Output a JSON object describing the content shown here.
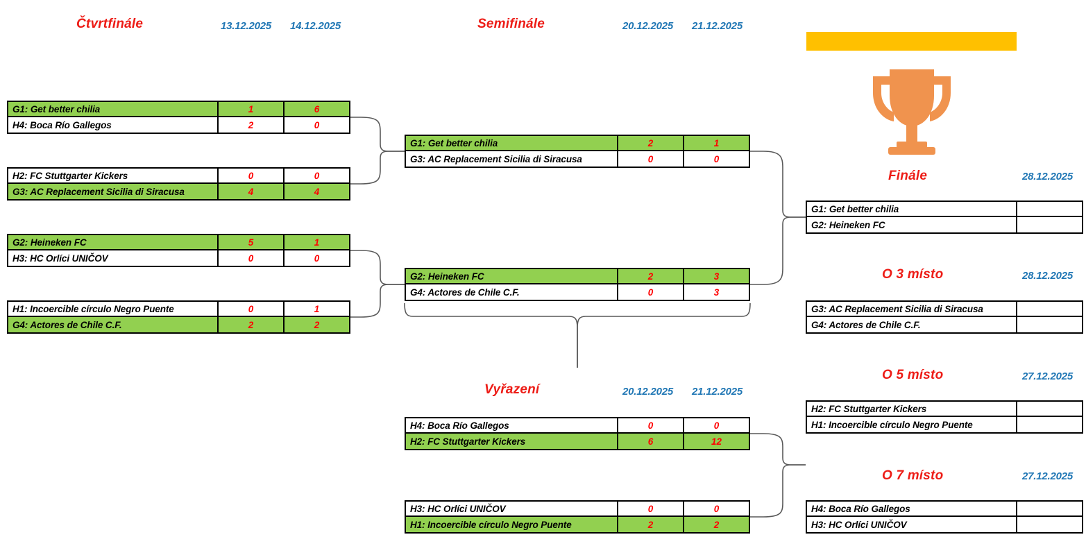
{
  "rounds": {
    "quarterfinals": {
      "title": "Čtvrtfinále",
      "date1": "13.12.2025",
      "date2": "14.12.2025",
      "matches": [
        {
          "home": {
            "name": "G1: Get better chilia",
            "s1": "1",
            "s2": "6",
            "winner": true
          },
          "away": {
            "name": "H4: Boca Río Gallegos",
            "s1": "2",
            "s2": "0",
            "winner": false
          }
        },
        {
          "home": {
            "name": "H2: FC Stuttgarter Kickers",
            "s1": "0",
            "s2": "0",
            "winner": false
          },
          "away": {
            "name": "G3: AC Replacement Sicilia di Siracusa",
            "s1": "4",
            "s2": "4",
            "winner": true
          }
        },
        {
          "home": {
            "name": "G2: Heineken FC",
            "s1": "5",
            "s2": "1",
            "winner": true
          },
          "away": {
            "name": "H3: HC Orlíci UNIČOV",
            "s1": "0",
            "s2": "0",
            "winner": false
          }
        },
        {
          "home": {
            "name": "H1: Incoercible círculo Negro Puente",
            "s1": "0",
            "s2": "1",
            "winner": false
          },
          "away": {
            "name": "G4: Actores de Chile C.F.",
            "s1": "2",
            "s2": "2",
            "winner": true
          }
        }
      ]
    },
    "semifinals": {
      "title": "Semifinále",
      "date1": "20.12.2025",
      "date2": "21.12.2025",
      "matches": [
        {
          "home": {
            "name": "G1: Get better chilia",
            "s1": "2",
            "s2": "1",
            "winner": true
          },
          "away": {
            "name": "G3: AC Replacement Sicilia di Siracusa",
            "s1": "0",
            "s2": "0",
            "winner": false
          }
        },
        {
          "home": {
            "name": "G2: Heineken FC",
            "s1": "2",
            "s2": "3",
            "winner": true
          },
          "away": {
            "name": "G4: Actores de Chile C.F.",
            "s1": "0",
            "s2": "3",
            "winner": false
          }
        }
      ]
    },
    "elimination": {
      "title": "Vyřazení",
      "date1": "20.12.2025",
      "date2": "21.12.2025",
      "matches": [
        {
          "home": {
            "name": "H4: Boca Río Gallegos",
            "s1": "0",
            "s2": "0",
            "winner": false
          },
          "away": {
            "name": "H2: FC Stuttgarter Kickers",
            "s1": "6",
            "s2": "12",
            "winner": true
          }
        },
        {
          "home": {
            "name": "H3: HC Orlíci UNIČOV",
            "s1": "0",
            "s2": "0",
            "winner": false
          },
          "away": {
            "name": "H1: Incoercible círculo Negro Puente",
            "s1": "2",
            "s2": "2",
            "winner": true
          }
        }
      ]
    },
    "final": {
      "title": "Finále",
      "date": "28.12.2025",
      "match": {
        "home": {
          "name": "G1: Get better chilia",
          "s1": ""
        },
        "away": {
          "name": "G2: Heineken FC",
          "s1": ""
        }
      }
    },
    "third_place": {
      "title": "O 3 místo",
      "date": "28.12.2025",
      "match": {
        "home": {
          "name": "G3: AC Replacement Sicilia di Siracusa",
          "s1": ""
        },
        "away": {
          "name": "G4: Actores de Chile C.F.",
          "s1": ""
        }
      }
    },
    "fifth_place": {
      "title": "O 5 místo",
      "date": "27.12.2025",
      "match": {
        "home": {
          "name": "H2: FC Stuttgarter Kickers",
          "s1": ""
        },
        "away": {
          "name": "H1: Incoercible círculo Negro Puente",
          "s1": ""
        }
      }
    },
    "seventh_place": {
      "title": "O 7 místo",
      "date": "27.12.2025",
      "match": {
        "home": {
          "name": "H4: Boca Río Gallegos",
          "s1": ""
        },
        "away": {
          "name": "H3: HC Orlíci UNIČOV",
          "s1": ""
        }
      }
    }
  },
  "decor": {
    "trophy_icon": "trophy-icon",
    "trophy_color": "#F0934E",
    "banner_color": "#FFC000"
  },
  "colors": {
    "winner_green": "#92D050",
    "title_red": "#ED1C16",
    "date_blue": "#1F76B4",
    "score_red": "#FF0000"
  }
}
